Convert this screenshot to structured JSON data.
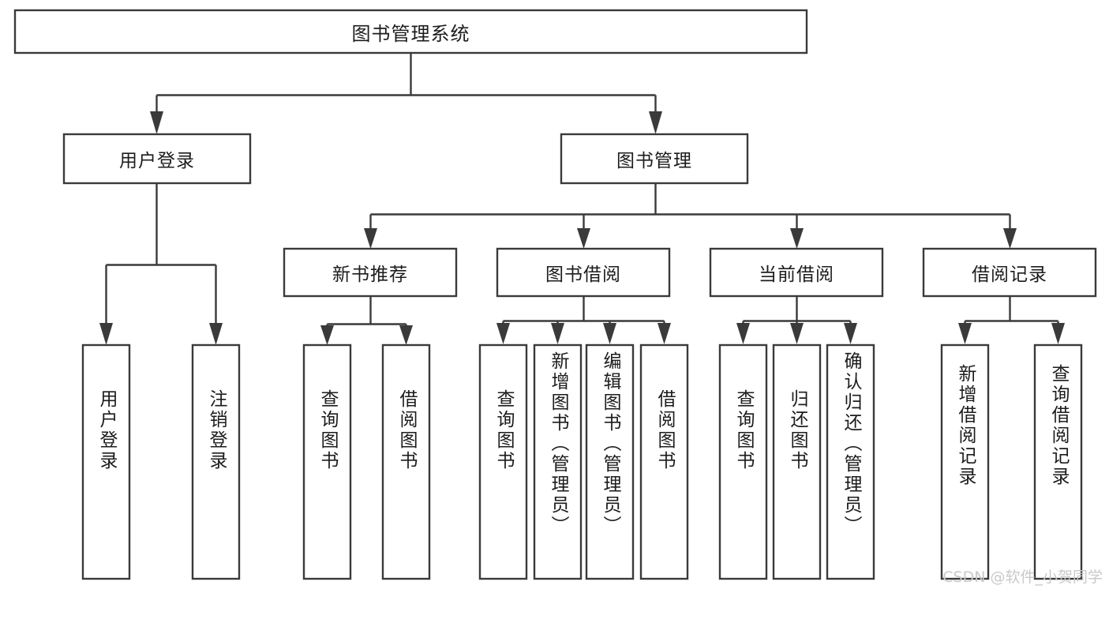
{
  "diagram": {
    "title": "图书管理系统",
    "watermark": "CSDN @软件_小贺同学",
    "colors": {
      "box_stroke": "#3a3a3a",
      "box_fill": "#ffffff",
      "text": "#1c1c1c",
      "background": "#ffffff",
      "watermark": "#c9c9c9"
    },
    "levels": {
      "root": {
        "label": "图书管理系统"
      },
      "level2": [
        {
          "label": "用户登录"
        },
        {
          "label": "图书管理"
        }
      ],
      "level3": [
        {
          "label": "新书推荐"
        },
        {
          "label": "图书借阅"
        },
        {
          "label": "当前借阅"
        },
        {
          "label": "借阅记录"
        }
      ],
      "leaves": {
        "user_login": [
          {
            "label": "用户登录"
          },
          {
            "label": "注销登录"
          }
        ],
        "new_book_recommend": [
          {
            "label": "查询图书"
          },
          {
            "label": "借阅图书"
          }
        ],
        "book_borrow": [
          {
            "label": "查询图书"
          },
          {
            "label": "新增图书（管理员）"
          },
          {
            "label": "编辑图书（管理员）"
          },
          {
            "label": "借阅图书"
          }
        ],
        "current_borrow": [
          {
            "label": "查询图书"
          },
          {
            "label": "归还图书"
          },
          {
            "label": "确认归还（管理员）"
          }
        ],
        "borrow_record": [
          {
            "label": "新增借阅记录"
          },
          {
            "label": "查询借阅记录"
          }
        ]
      }
    }
  }
}
